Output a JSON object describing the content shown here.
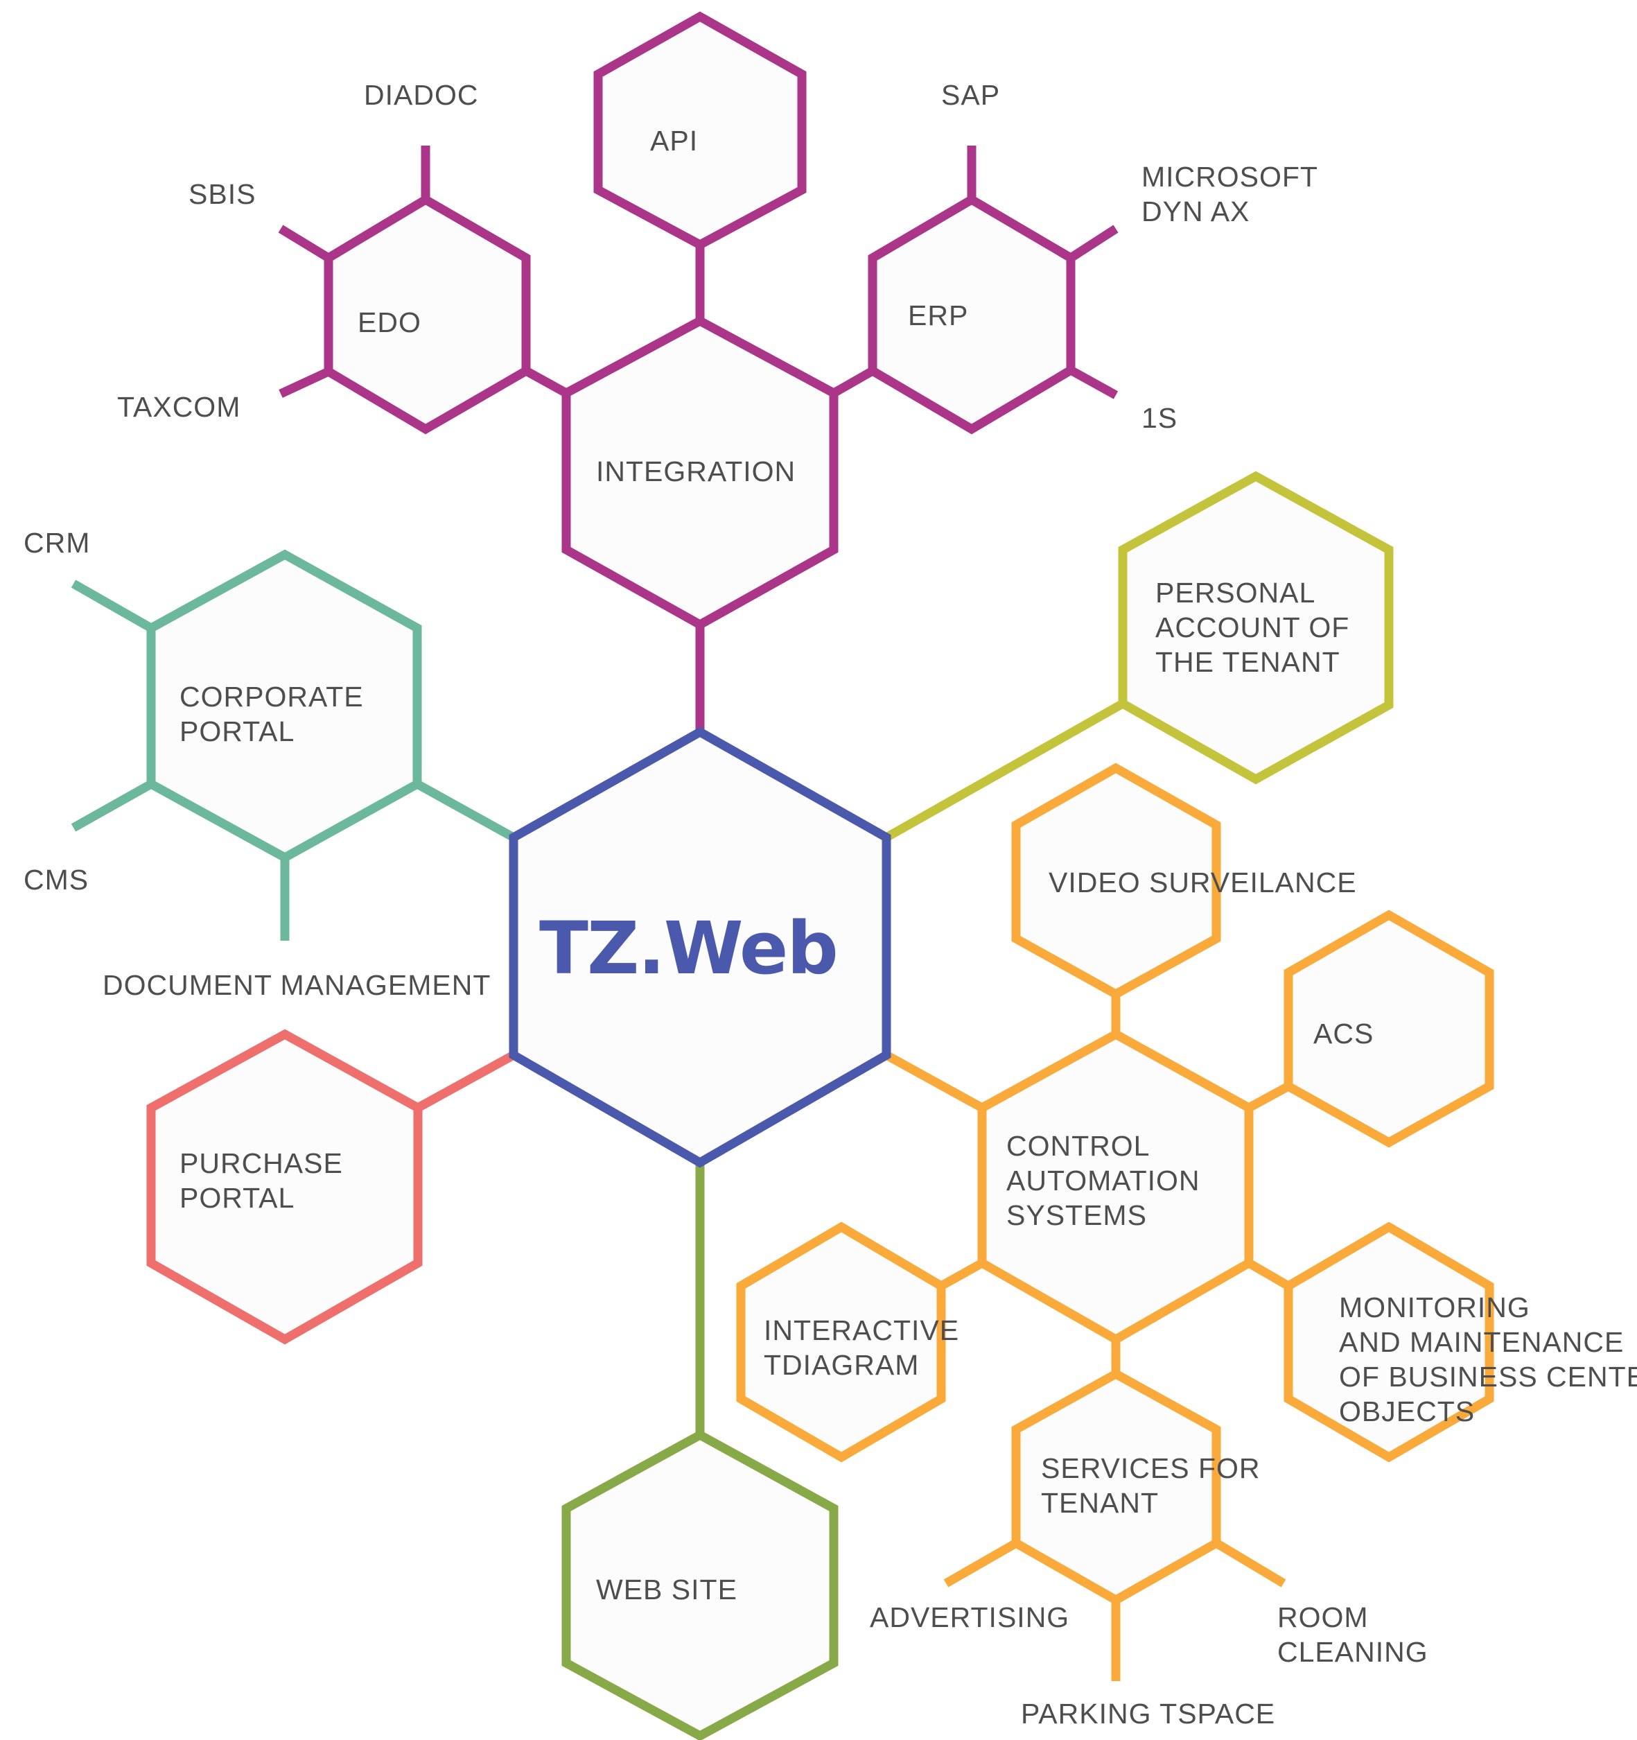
{
  "colors": {
    "integration": "#ab3589",
    "portal": "#6cb89d",
    "core": "#4a59ac",
    "tenant_account": "#c4c43c",
    "automation": "#f9aa3a",
    "purchase": "#ee6f6c",
    "website": "#87a947",
    "text": "#4e4e4e"
  },
  "center": {
    "title": "TZ.Web"
  },
  "integration": {
    "title": "INTEGRATION",
    "api": "API",
    "edo": {
      "title": "EDO",
      "diadoc": "DIADOC",
      "sbis": "SBIS",
      "taxcom": "TAXCOM"
    },
    "erp": {
      "title": "ERP",
      "sap": "SAP",
      "microsoft": "MICROSOFT\nDYN AX",
      "one_s": "1S"
    }
  },
  "corporate_portal": {
    "title": "CORPORATE\nPORTAL",
    "crm": "CRM",
    "cms": "CMS",
    "document_management": "DOCUMENT MANAGEMENT"
  },
  "personal_account": {
    "title": "PERSONAL\nACCOUNT OF\nTHE TENANT"
  },
  "purchase_portal": {
    "title": "PURCHASE\nPORTAL"
  },
  "web_site": {
    "title": "WEB SITE"
  },
  "control_automation": {
    "title": "CONTROL\nAUTOMATION\nSYSTEMS",
    "video": "VIDEO SURVEILANCE",
    "acs": "ACS",
    "monitoring": "MONITORING\nAND MAINTENANCE\nOF BUSINESS CENTER\nOBJECTS",
    "interactive": "INTERACTIVE\nTDIAGRAM",
    "services": {
      "title": "SERVICES FOR\nTENANT",
      "advertising": "ADVERTISING",
      "parking": "PARKING TSPACE",
      "room_cleaning": "ROOM\nCLEANING"
    }
  }
}
